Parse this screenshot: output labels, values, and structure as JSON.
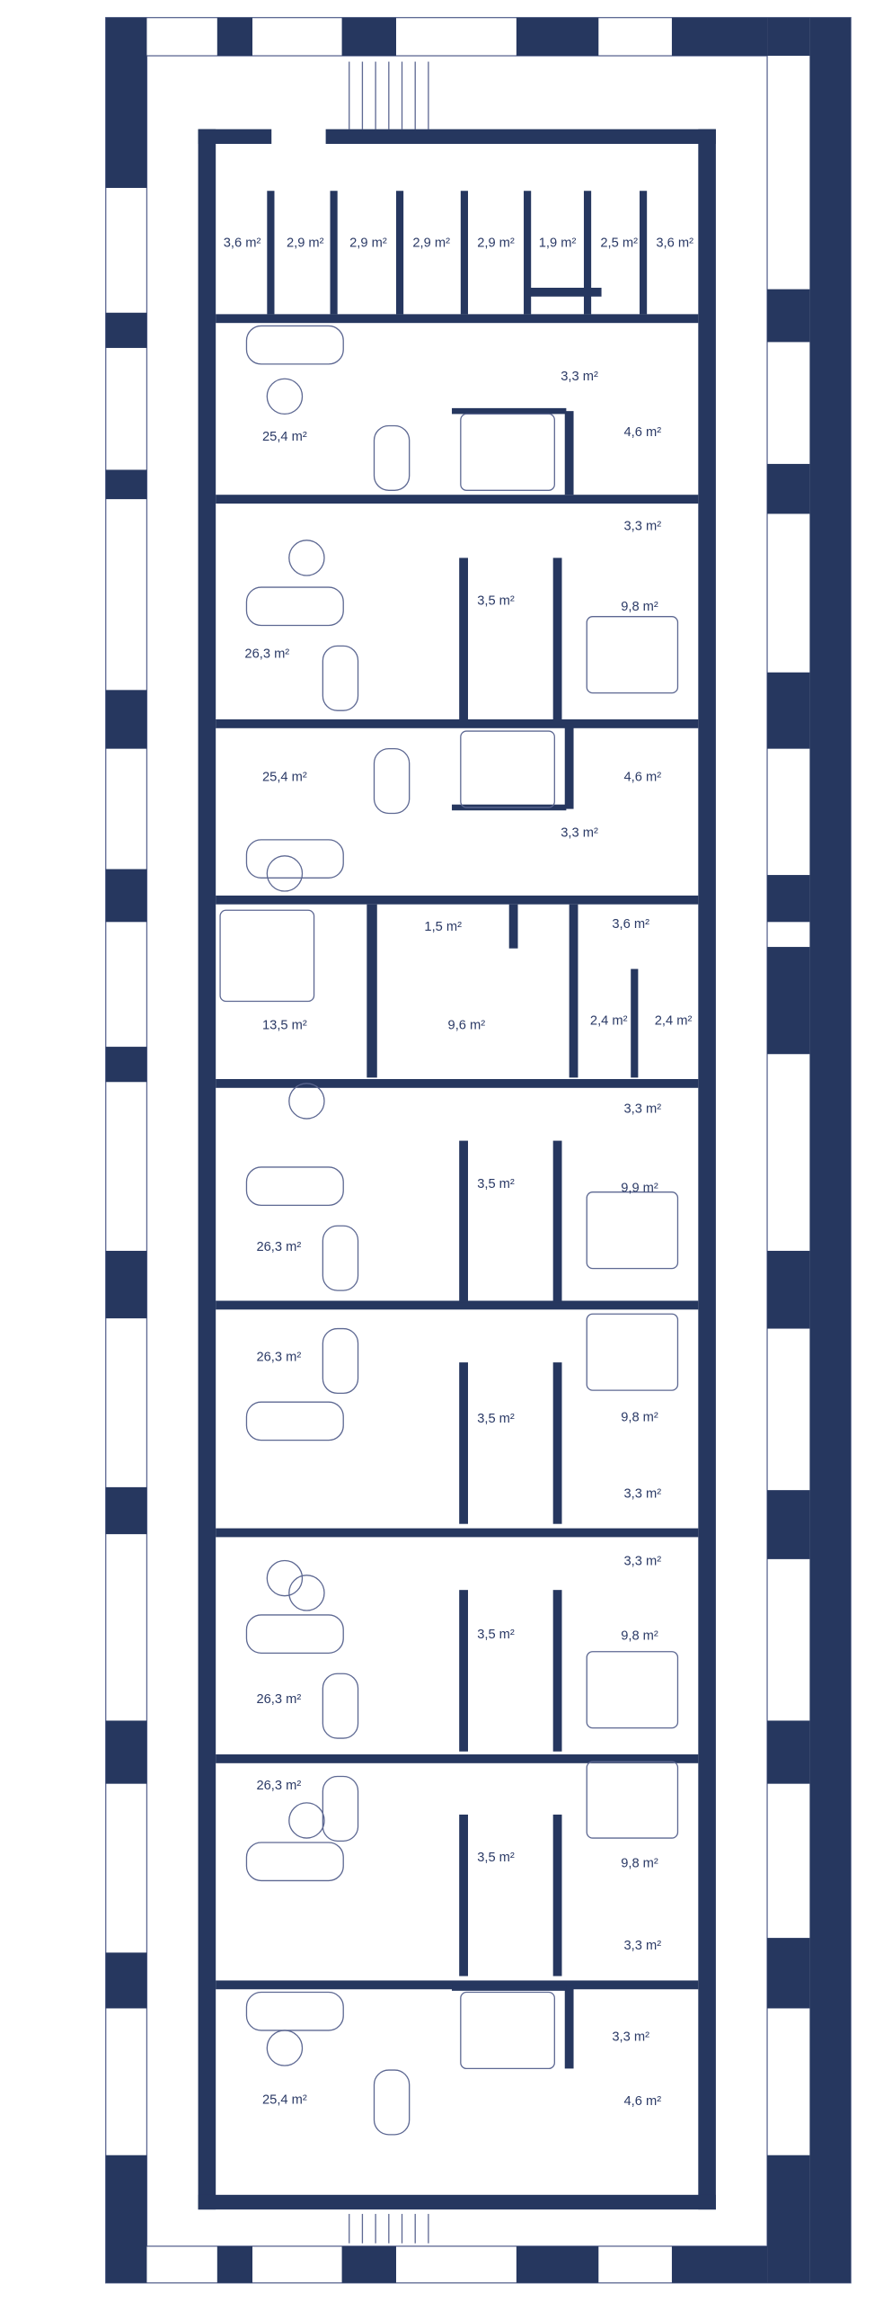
{
  "title": "Floor plan",
  "colors": {
    "wall": "#26375f",
    "line": "#5d6892",
    "label": "#2b3a66"
  },
  "sections": [
    {
      "name": "storage-block",
      "rooms": [
        "3,6 m²",
        "2,9 m²",
        "2,9 m²",
        "2,9 m²",
        "2,9 m²",
        "1,9 m²",
        "2,5 m²",
        "3,6 m²"
      ]
    },
    {
      "name": "apartment-1",
      "rooms": [
        "3,3 m²",
        "25,4 m²",
        "4,6 m²"
      ]
    },
    {
      "name": "apartment-2",
      "rooms": [
        "3,3 m²",
        "3,5 m²",
        "9,8 m²",
        "26,3 m²"
      ]
    },
    {
      "name": "apartment-3",
      "rooms": [
        "25,4 m²",
        "4,6 m²",
        "3,3 m²"
      ]
    },
    {
      "name": "apartment-4",
      "rooms": [
        "1,5 m²",
        "3,6 m²",
        "13,5  m²",
        "9,6 m²",
        "2,4 m²",
        "2,4 m²"
      ]
    },
    {
      "name": "apartment-5",
      "rooms": [
        "3,3 m²",
        "3,5 m²",
        "9,9 m²",
        "26,3 m²"
      ]
    },
    {
      "name": "apartment-6",
      "rooms": [
        "26,3 m²",
        "3,5 m²",
        "9,8 m²",
        "3,3 m²"
      ]
    },
    {
      "name": "apartment-7",
      "rooms": [
        "3,3 m²",
        "3,5 m²",
        "9,8 m²",
        "26,3 m²"
      ]
    },
    {
      "name": "apartment-8",
      "rooms": [
        "26,3 m²",
        "3,5 m²",
        "9,8 m²",
        "3,3 m²"
      ]
    },
    {
      "name": "apartment-9",
      "rooms": [
        "3,3 m²",
        "25,4 m²",
        "4,6 m²"
      ]
    }
  ]
}
